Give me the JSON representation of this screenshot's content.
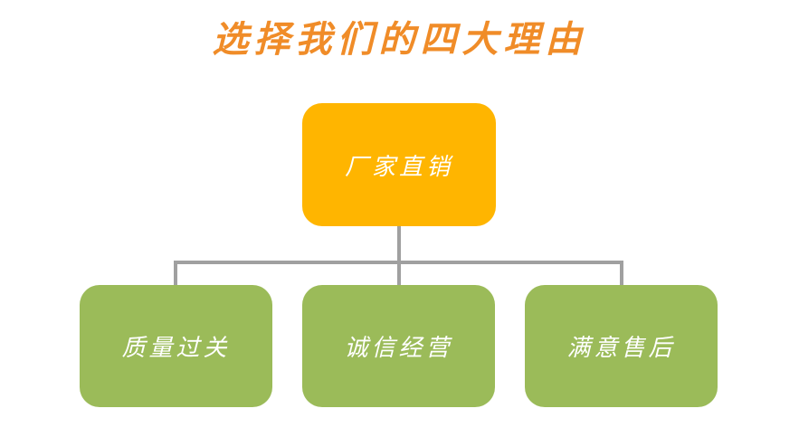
{
  "title": "选择我们的四大理由",
  "colors": {
    "title": "#F08C28",
    "top_box": "#FFB500",
    "child_box": "#9BBB59",
    "connector": "#A0A0A0",
    "text": "#FFFFFF"
  },
  "root": {
    "label": "厂家直销"
  },
  "children": [
    {
      "label": "质量过关"
    },
    {
      "label": "诚信经营"
    },
    {
      "label": "满意售后"
    }
  ]
}
